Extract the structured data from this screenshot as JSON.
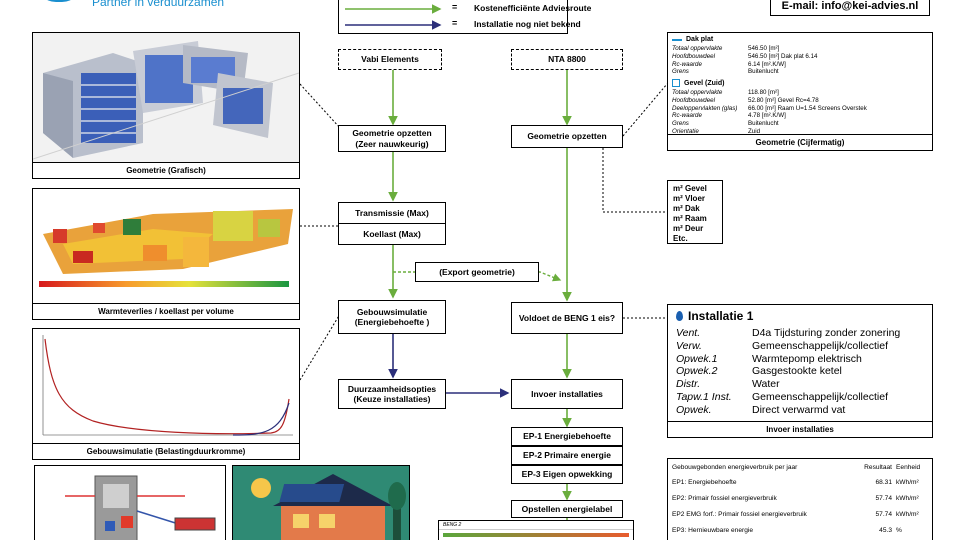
{
  "header": {
    "logo_tagline": "Partner in verduurzamen",
    "email": "E-mail: info@kei-advies.nl"
  },
  "legend": {
    "items": [
      {
        "symbol": "=",
        "label": "Kostenefficiënte Adviesroute",
        "color": "#6aad3d"
      },
      {
        "symbol": "=",
        "label": "Installatie nog niet bekend",
        "color": "#2b2f7a"
      }
    ]
  },
  "flow": {
    "vabi": "Vabi Elements",
    "nta": "NTA 8800",
    "geo_opzetten_left": "Geometrie opzetten\n(Zeer nauwkeurig)",
    "geo_opzetten_right": "Geometrie opzetten",
    "transmissie": "Transmissie (Max)",
    "koellast": "Koellast (Max)",
    "export": "(Export geometrie)",
    "gebouwsimulatie": "Gebouwsimulatie\n(Energiebehoefte )",
    "beng": "Voldoet de BENG 1 eis?",
    "duurzaamheid": "Duurzaamheidsopties\n(Keuze installaties)",
    "invoer": "Invoer installaties",
    "ep1": "EP-1 Energiebehoefte",
    "ep2": "EP-2 Primaire energie",
    "ep3": "EP-3 Eigen opwekking",
    "energielabel": "Opstellen energielabel"
  },
  "left_panels": {
    "geometrie_grafisch": "Geometrie (Grafisch)",
    "warmteverlies": "Warmteverlies / koellast per volume",
    "belastingduur": "Gebouwsimulatie (Belastingduurkromme)"
  },
  "colors": {
    "green": "#6aad3d",
    "navy": "#2b2f7a"
  },
  "geometrie_cijfer": {
    "caption": "Geometrie (Cijfermatig)",
    "dak_title": "Dak plat",
    "dak_rows": [
      {
        "k": "Totaal oppervlakte",
        "v": "546.50 [m²]"
      },
      {
        "k": "Hoofdbouwdeel",
        "v": "546.50 [m²] Dak plat 6.14"
      },
      {
        "k": "Rc-waarde",
        "v": "6.14 [m².K/W]"
      },
      {
        "k": "Grens",
        "v": "Buitenlucht"
      }
    ],
    "gevel_title": "Gevel (Zuid)",
    "gevel_rows": [
      {
        "k": "Totaal oppervlakte",
        "v": "118.80 [m²]"
      },
      {
        "k": "Hoofdbouwdeel",
        "v": "52.80 [m²] Gevel Rc=4.78"
      },
      {
        "k": "Deeloppervlakten (glas)",
        "v": "66.00 [m²] Raam U=1.54 Screens Overstek"
      },
      {
        "k": "Rc-waarde",
        "v": "4.78 [m².K/W]"
      },
      {
        "k": "Grens",
        "v": "Buitenlucht"
      },
      {
        "k": "Orientatie",
        "v": "Zuid"
      }
    ]
  },
  "m2_list": [
    "m² Gevel",
    "m² Vloer",
    "m² Dak",
    "m² Raam",
    "m² Deur",
    "Etc."
  ],
  "installatie": {
    "title": "Installatie 1",
    "caption": "Invoer installaties",
    "rows": [
      {
        "k": "Vent.",
        "v": "D4a Tijdsturing zonder zonering"
      },
      {
        "k": "Verw.",
        "v": "Gemeenschappelijk/collectief"
      },
      {
        "k": "Opwek.1",
        "v": "Warmtepomp elektrisch"
      },
      {
        "k": "Opwek.2",
        "v": "Gasgestookte ketel"
      },
      {
        "k": "Distr.",
        "v": "Water"
      },
      {
        "k": "Tapw.1 Inst.",
        "v": "Gemeenschappelijk/collectief"
      },
      {
        "k": "Opwek.",
        "v": "Direct verwarmd vat"
      }
    ]
  },
  "energie_tabel": {
    "title": "Gebouwgebonden energieverbruik per jaar",
    "col_resultaat": "Resultaat",
    "col_eenheid": "Eenheid",
    "rows": [
      {
        "label": "EP1: Energiebehoefte",
        "value": "68.31",
        "unit": "kWh/m²"
      },
      {
        "label": "EP2: Primair fossiel energieverbruik",
        "value": "57.74",
        "unit": "kWh/m²"
      },
      {
        "label": "EP2 EMG forf.: Primair fossiel energieverbruik",
        "value": "57.74",
        "unit": "kWh/m²"
      },
      {
        "label": "EP3: Hernieuwbare energie",
        "value": "45.3",
        "unit": "%"
      }
    ]
  },
  "beng_table_header": "BENG 2"
}
